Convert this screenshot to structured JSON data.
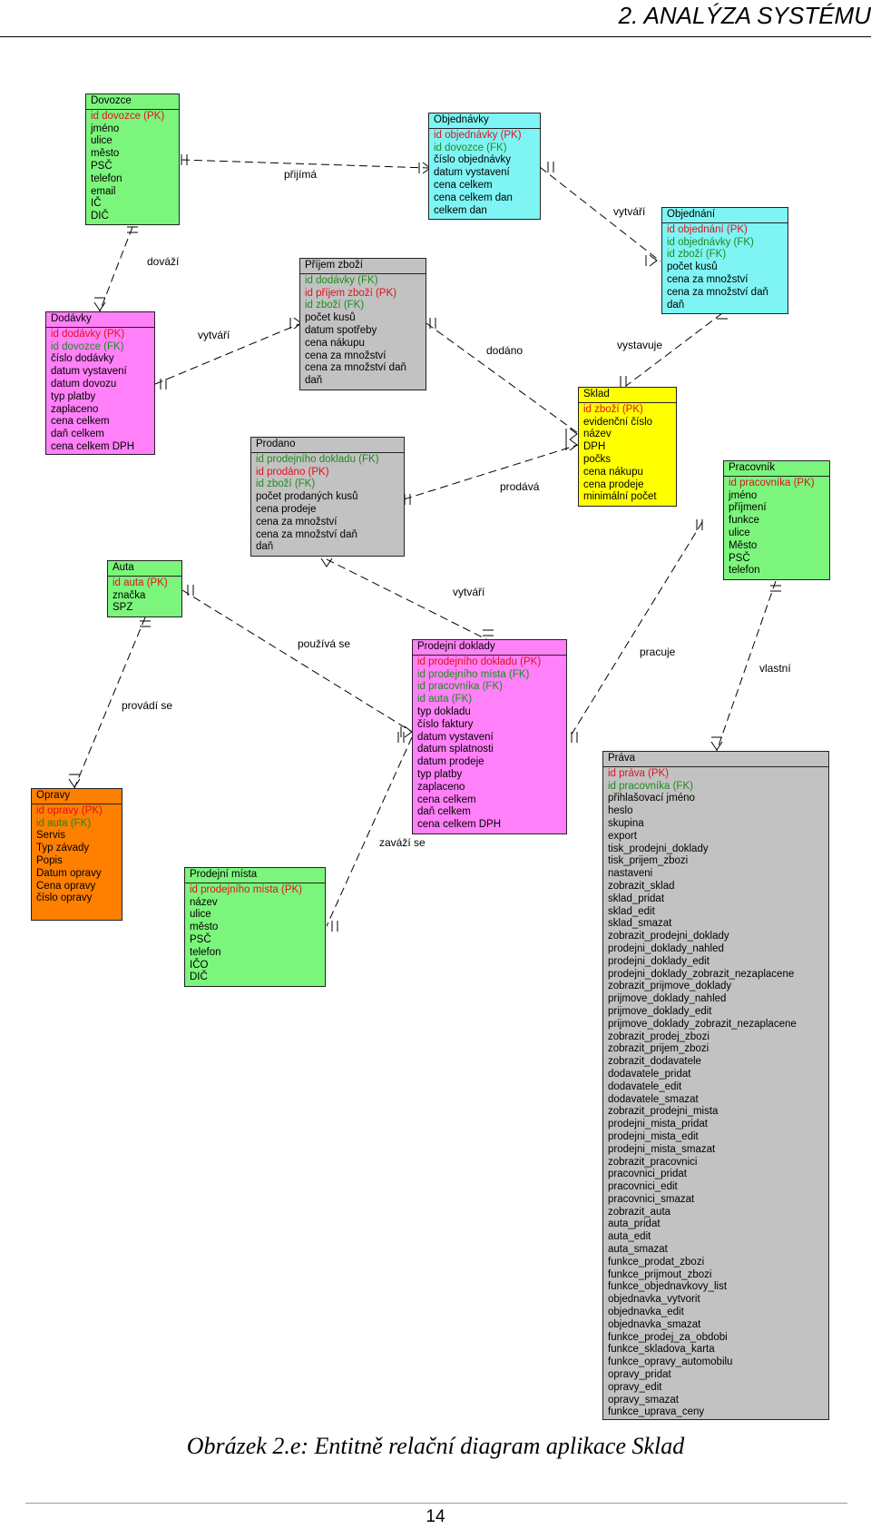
{
  "header": {
    "title": "2. ANALÝZA SYSTÉMU"
  },
  "caption": "Obrázek 2.e: Entitně relační diagram aplikace Sklad",
  "page_number": "14",
  "colors": {
    "green": "#7cf57c",
    "cyan": "#7ff4f4",
    "magenta": "#ff80f8",
    "gray": "#c2c2c2",
    "yellow": "#ffff00",
    "orange": "#ff7f00",
    "pk": "#e0121e",
    "fk": "#1f8a1f"
  },
  "entities": {
    "dovozce": {
      "title": "Dovozce",
      "rows": [
        {
          "t": "id dovozce (PK)",
          "k": "pk"
        },
        {
          "t": "jméno"
        },
        {
          "t": "ulice"
        },
        {
          "t": "město"
        },
        {
          "t": "PSČ"
        },
        {
          "t": "telefon"
        },
        {
          "t": "email"
        },
        {
          "t": "IČ"
        },
        {
          "t": "DIČ"
        }
      ]
    },
    "objednavky": {
      "title": "Objednávky",
      "rows": [
        {
          "t": "id objednávky (PK)",
          "k": "pk"
        },
        {
          "t": "id dovozce (FK)",
          "k": "fk"
        },
        {
          "t": "číslo objednávky"
        },
        {
          "t": "datum vystavení"
        },
        {
          "t": "cena celkem"
        },
        {
          "t": "cena celkem dan"
        },
        {
          "t": "celkem dan"
        }
      ]
    },
    "objednani": {
      "title": "Objednání",
      "rows": [
        {
          "t": "id objednání (PK)",
          "k": "pk"
        },
        {
          "t": "id objednávky (FK)",
          "k": "fk"
        },
        {
          "t": "id zboží (FK)",
          "k": "fk"
        },
        {
          "t": "počet kusů"
        },
        {
          "t": "cena za množství"
        },
        {
          "t": "cena za množství daň"
        },
        {
          "t": "daň"
        }
      ]
    },
    "prijem": {
      "title": "Příjem zboží",
      "rows": [
        {
          "t": "id dodávky (FK)",
          "k": "fk"
        },
        {
          "t": "id příjem zboží (PK)",
          "k": "pk"
        },
        {
          "t": "id zboží (FK)",
          "k": "fk"
        },
        {
          "t": "počet kusů"
        },
        {
          "t": "datum spotřeby"
        },
        {
          "t": "cena nákupu"
        },
        {
          "t": "cena za množství"
        },
        {
          "t": "cena za množství daň"
        },
        {
          "t": "daň"
        }
      ]
    },
    "dodavky": {
      "title": "Dodávky",
      "rows": [
        {
          "t": "id dodávky (PK)",
          "k": "pk"
        },
        {
          "t": "id dovozce (FK)",
          "k": "fk"
        },
        {
          "t": "číslo dodávky"
        },
        {
          "t": "datum vystavení"
        },
        {
          "t": "datum dovozu"
        },
        {
          "t": "typ platby"
        },
        {
          "t": "zaplaceno"
        },
        {
          "t": "cena celkem"
        },
        {
          "t": "daň celkem"
        },
        {
          "t": "cena celkem DPH"
        }
      ]
    },
    "sklad": {
      "title": "Sklad",
      "rows": [
        {
          "t": "id zboží (PK)",
          "k": "pk"
        },
        {
          "t": "evidenční číslo"
        },
        {
          "t": "název"
        },
        {
          "t": "DPH"
        },
        {
          "t": "počks"
        },
        {
          "t": "cena nákupu"
        },
        {
          "t": "cena prodeje"
        },
        {
          "t": "minimální počet"
        }
      ]
    },
    "prodano": {
      "title": "Prodano",
      "rows": [
        {
          "t": "id prodejního dokladu (FK)",
          "k": "fk"
        },
        {
          "t": "id prodáno (PK)",
          "k": "pk"
        },
        {
          "t": "id zboží (FK)",
          "k": "fk"
        },
        {
          "t": "počet prodaných kusů"
        },
        {
          "t": "cena prodeje"
        },
        {
          "t": "cena za množství"
        },
        {
          "t": "cena za množství daň"
        },
        {
          "t": "daň"
        }
      ]
    },
    "pracovnik": {
      "title": "Pracovník",
      "rows": [
        {
          "t": "id pracovníka (PK)",
          "k": "pk"
        },
        {
          "t": "jméno"
        },
        {
          "t": "příjmení"
        },
        {
          "t": "funkce"
        },
        {
          "t": "ulice"
        },
        {
          "t": "Město"
        },
        {
          "t": "PSČ"
        },
        {
          "t": "telefon"
        }
      ]
    },
    "auta": {
      "title": "Auta",
      "rows": [
        {
          "t": "id auta (PK)",
          "k": "pk"
        },
        {
          "t": "značka"
        },
        {
          "t": "SPZ"
        }
      ]
    },
    "prodejni_doklady": {
      "title": "Prodejní doklady",
      "rows": [
        {
          "t": "id prodejního dokladu (PK)",
          "k": "pk"
        },
        {
          "t": "id prodejního místa (FK)",
          "k": "fk"
        },
        {
          "t": "id pracovníka (FK)",
          "k": "fk"
        },
        {
          "t": "id auta (FK)",
          "k": "fk"
        },
        {
          "t": "typ dokladu"
        },
        {
          "t": "číslo faktury"
        },
        {
          "t": "datum vystavení"
        },
        {
          "t": "datum splatnosti"
        },
        {
          "t": "datum prodeje"
        },
        {
          "t": "typ platby"
        },
        {
          "t": "zaplaceno"
        },
        {
          "t": "cena celkem"
        },
        {
          "t": "daň celkem"
        },
        {
          "t": "cena celkem DPH"
        }
      ]
    },
    "opravy": {
      "title": "Opravy",
      "rows": [
        {
          "t": "id opravy (PK)",
          "k": "pk"
        },
        {
          "t": "id auta (FK)",
          "k": "fk"
        },
        {
          "t": "Servis"
        },
        {
          "t": "Typ závady"
        },
        {
          "t": "Popis"
        },
        {
          "t": "Datum opravy"
        },
        {
          "t": "Cena opravy"
        },
        {
          "t": "číslo opravy"
        }
      ]
    },
    "prodejni_mista": {
      "title": "Prodejní místa",
      "rows": [
        {
          "t": "id prodejního místa (PK)",
          "k": "pk"
        },
        {
          "t": "název"
        },
        {
          "t": "ulice"
        },
        {
          "t": "město"
        },
        {
          "t": "PSČ"
        },
        {
          "t": "telefon"
        },
        {
          "t": "IČO"
        },
        {
          "t": "DIČ"
        }
      ]
    },
    "prava": {
      "title": "Práva",
      "rows": [
        {
          "t": "id práva (PK)",
          "k": "pk"
        },
        {
          "t": "id pracovníka (FK)",
          "k": "fk"
        },
        {
          "t": "přihlašovací jméno"
        },
        {
          "t": "heslo"
        },
        {
          "t": "skupina"
        },
        {
          "t": "export"
        },
        {
          "t": "tisk_prodejni_doklady"
        },
        {
          "t": "tisk_prijem_zbozi"
        },
        {
          "t": "nastaveni"
        },
        {
          "t": "zobrazit_sklad"
        },
        {
          "t": "sklad_pridat"
        },
        {
          "t": "sklad_edit"
        },
        {
          "t": "sklad_smazat"
        },
        {
          "t": "zobrazit_prodejni_doklady"
        },
        {
          "t": "prodejni_doklady_nahled"
        },
        {
          "t": "prodejni_doklady_edit"
        },
        {
          "t": "prodejni_doklady_zobrazit_nezaplacene"
        },
        {
          "t": "zobrazit_prijmove_doklady"
        },
        {
          "t": "prijmove_doklady_nahled"
        },
        {
          "t": "prijmove_doklady_edit"
        },
        {
          "t": "prijmove_doklady_zobrazit_nezaplacene"
        },
        {
          "t": "zobrazit_prodej_zbozi"
        },
        {
          "t": "zobrazit_prijem_zbozi"
        },
        {
          "t": "zobrazit_dodavatele"
        },
        {
          "t": "dodavatele_pridat"
        },
        {
          "t": "dodavatele_edit"
        },
        {
          "t": "dodavatele_smazat"
        },
        {
          "t": "zobrazit_prodejni_mista"
        },
        {
          "t": "prodejni_mista_pridat"
        },
        {
          "t": "prodejni_mista_edit"
        },
        {
          "t": "prodejni_mista_smazat"
        },
        {
          "t": "zobrazit_pracovnici"
        },
        {
          "t": "pracovnici_pridat"
        },
        {
          "t": "pracovnici_edit"
        },
        {
          "t": "pracovnici_smazat"
        },
        {
          "t": "zobrazit_auta"
        },
        {
          "t": "auta_pridat"
        },
        {
          "t": "auta_edit"
        },
        {
          "t": "auta_smazat"
        },
        {
          "t": "funkce_prodat_zbozi"
        },
        {
          "t": "funkce_prijmout_zbozi"
        },
        {
          "t": "funkce_objednavkovy_list"
        },
        {
          "t": "objednavka_vytvorit"
        },
        {
          "t": "objednavka_edit"
        },
        {
          "t": "objednavka_smazat"
        },
        {
          "t": "funkce_prodej_za_obdobi"
        },
        {
          "t": "funkce_skladova_karta"
        },
        {
          "t": "funkce_opravy_automobilu"
        },
        {
          "t": "opravy_pridat"
        },
        {
          "t": "opravy_edit"
        },
        {
          "t": "opravy_smazat"
        },
        {
          "t": "funkce_uprava_ceny"
        }
      ]
    }
  },
  "relationships": {
    "prijima": "přijímá",
    "vytvari_top": "vytváří",
    "dovazi": "dováží",
    "vytvari_left": "vytváří",
    "dodano": "dodáno",
    "vystavuje": "vystavuje",
    "prodava": "prodává",
    "vytvari_mid": "vytváří",
    "pouziva_se": "používá se",
    "provadi_se": "provádí se",
    "pracuje": "pracuje",
    "vlastni": "vlastní",
    "zavazi_se": "zaváží se"
  }
}
